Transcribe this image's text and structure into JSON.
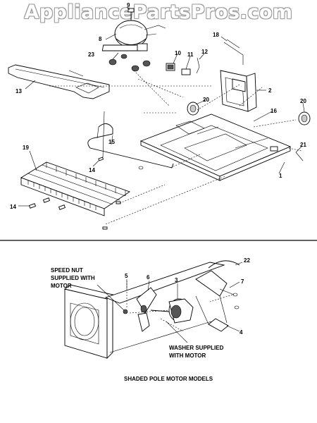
{
  "watermark": "AppliancePartsPros.com",
  "part_numbers": {
    "n1": "1",
    "n2": "2",
    "n3": "3",
    "n4": "4",
    "n5": "5",
    "n6": "6",
    "n7": "7",
    "n8": "8",
    "n9": "9",
    "n10": "10",
    "n11": "11",
    "n12": "12",
    "n13": "13",
    "n14a": "14",
    "n14b": "14",
    "n15": "15",
    "n16": "16",
    "n18": "18",
    "n19": "19",
    "n20a": "20",
    "n20b": "20",
    "n21": "21",
    "n22": "22",
    "n23": "23"
  },
  "callouts": {
    "speed_nut_1": "SPEED NUT",
    "speed_nut_2": "SUPPLIED WITH",
    "speed_nut_3": "MOTOR",
    "washer_1": "WASHER SUPPLIED",
    "washer_2": "WITH MOTOR",
    "caption": "SHADED POLE MOTOR MODELS"
  }
}
